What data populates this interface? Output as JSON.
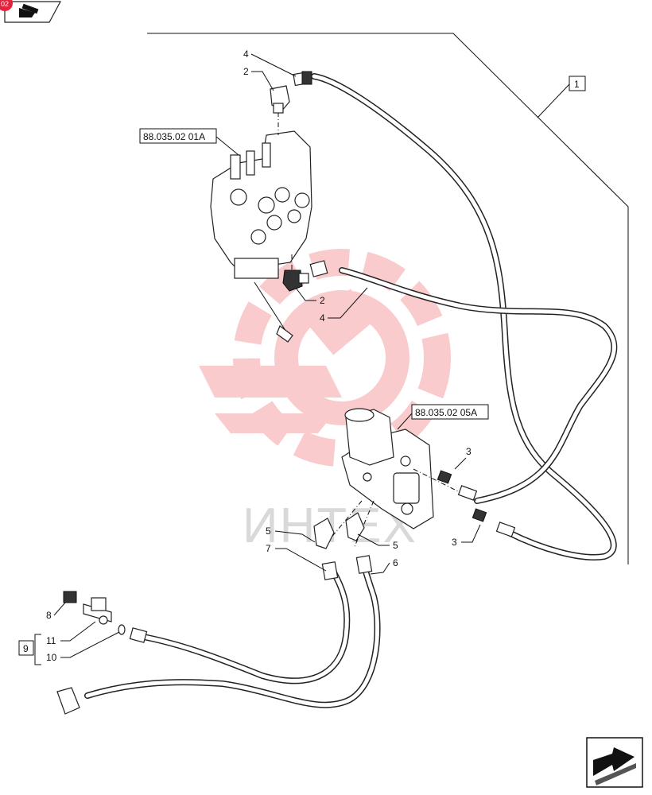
{
  "corner_badge": {
    "text": "02"
  },
  "watermark": {
    "text": "ИНТЕХ",
    "color": "#e8343b"
  },
  "references": {
    "control_valve": "88.035.02 01A",
    "auxiliary_valve": "88.035.02 05A"
  },
  "group_labels": {
    "assembly": "1",
    "tee_kit": "9"
  },
  "callouts": {
    "c4_top": "4",
    "c2_top": "2",
    "c2_mid": "2",
    "c4_mid": "4",
    "c3_upper": "3",
    "c3_lower": "3",
    "c5_left": "5",
    "c5_right": "5",
    "c7": "7",
    "c6": "6",
    "c8": "8",
    "c11": "11",
    "c10": "10"
  },
  "icons": [
    "previous-page-icon",
    "next-page-icon"
  ]
}
